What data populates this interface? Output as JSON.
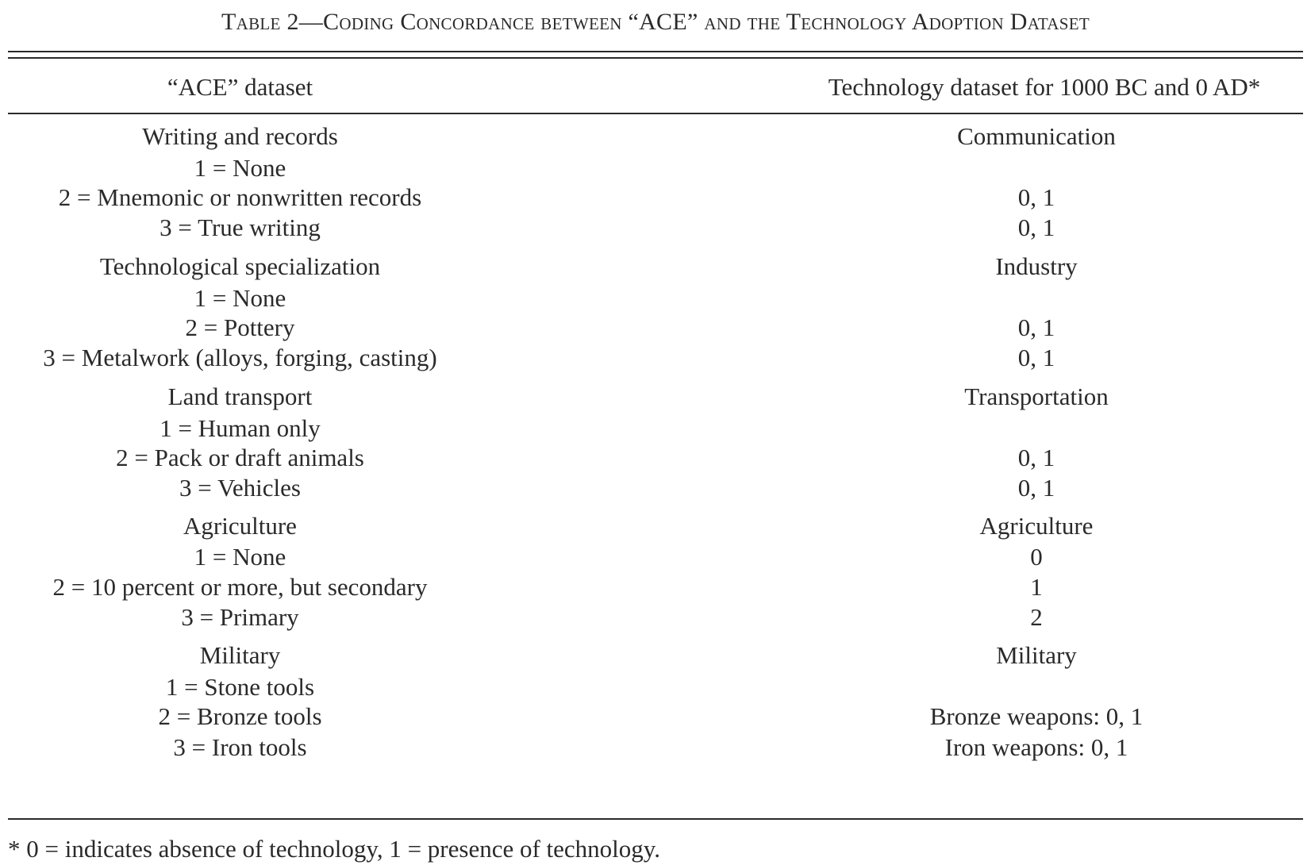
{
  "table": {
    "title": "Table 2—Coding Concordance between “ACE” and the Technology Adoption Dataset",
    "header": {
      "left": "“ACE” dataset",
      "right": "Technology dataset for 1000 BC and 0 AD*"
    },
    "groups": [
      {
        "left_heading": "Writing and records",
        "right_heading": "Communication",
        "rows": [
          {
            "left": "1 = None",
            "right": ""
          },
          {
            "left": "2 = Mnemonic or nonwritten records",
            "right": "0, 1"
          },
          {
            "left": "3 = True writing",
            "right": "0, 1"
          }
        ]
      },
      {
        "left_heading": "Technological specialization",
        "right_heading": "Industry",
        "rows": [
          {
            "left": "1 = None",
            "right": ""
          },
          {
            "left": "2 = Pottery",
            "right": "0, 1"
          },
          {
            "left": "3 = Metalwork (alloys, forging, casting)",
            "right": "0, 1"
          }
        ]
      },
      {
        "left_heading": "Land transport",
        "right_heading": "Transportation",
        "rows": [
          {
            "left": "1 = Human only",
            "right": ""
          },
          {
            "left": "2 = Pack or draft animals",
            "right": "0, 1"
          },
          {
            "left": "3 = Vehicles",
            "right": "0, 1"
          }
        ]
      },
      {
        "left_heading": "Agriculture",
        "right_heading": "Agriculture",
        "rows": [
          {
            "left": "1 = None",
            "right": "0"
          },
          {
            "left": "2 = 10 percent or more, but secondary",
            "right": "1"
          },
          {
            "left": "3 = Primary",
            "right": "2"
          }
        ]
      },
      {
        "left_heading": "Military",
        "right_heading": "Military",
        "rows": [
          {
            "left": "1 = Stone tools",
            "right": ""
          },
          {
            "left": "2 = Bronze tools",
            "right": "Bronze weapons: 0, 1"
          },
          {
            "left": "3 = Iron tools",
            "right": "Iron weapons: 0, 1"
          }
        ]
      }
    ],
    "footnote": "* 0 = indicates absence of technology, 1 = presence of technology."
  }
}
